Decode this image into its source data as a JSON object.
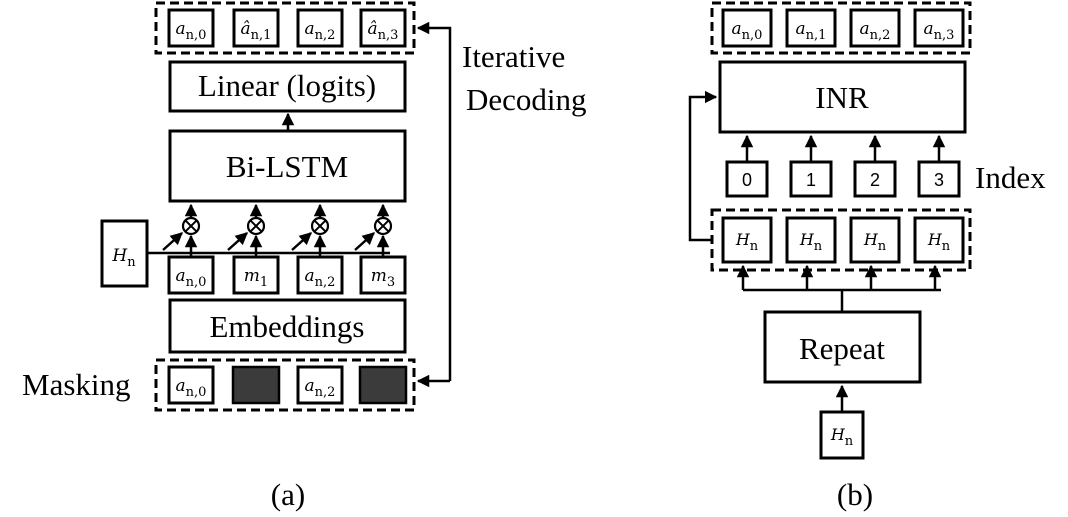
{
  "panel_a": {
    "caption": "(a)",
    "linear_label": "Linear (logits)",
    "bilstm_label": "Bi-LSTM",
    "embeddings_label": "Embeddings",
    "masking_label": "Masking",
    "iterative_label_line1": "Iterative",
    "iterative_label_line2": "Decoding",
    "hidden_state": {
      "base": "H",
      "sub": "n"
    },
    "outputs": [
      {
        "base": "a",
        "sub": "n,0"
      },
      {
        "base": "â",
        "sub": "n,1"
      },
      {
        "base": "a",
        "sub": "n,2"
      },
      {
        "base": "â",
        "sub": "n,3"
      }
    ],
    "embedding_inputs": [
      {
        "base": "a",
        "sub": "n,0"
      },
      {
        "base": "m",
        "sub": "1"
      },
      {
        "base": "a",
        "sub": "n,2"
      },
      {
        "base": "m",
        "sub": "3"
      }
    ],
    "masked_inputs": [
      {
        "base": "a",
        "sub": "n,0",
        "masked": false
      },
      {
        "base": "",
        "sub": "",
        "masked": true
      },
      {
        "base": "a",
        "sub": "n,2",
        "masked": false
      },
      {
        "base": "",
        "sub": "",
        "masked": true
      }
    ],
    "multiply_symbol": "⊗"
  },
  "panel_b": {
    "caption": "(b)",
    "inr_label": "INR",
    "repeat_label": "Repeat",
    "index_label": "Index",
    "indices": [
      "0",
      "1",
      "2",
      "3"
    ],
    "outputs": [
      {
        "base": "a",
        "sub": "n,0"
      },
      {
        "base": "a",
        "sub": "n,1"
      },
      {
        "base": "a",
        "sub": "n,2"
      },
      {
        "base": "a",
        "sub": "n,3"
      }
    ],
    "repeated_states": [
      {
        "base": "H",
        "sub": "n"
      },
      {
        "base": "H",
        "sub": "n"
      },
      {
        "base": "H",
        "sub": "n"
      },
      {
        "base": "H",
        "sub": "n"
      }
    ],
    "input_state": {
      "base": "H",
      "sub": "n"
    }
  }
}
